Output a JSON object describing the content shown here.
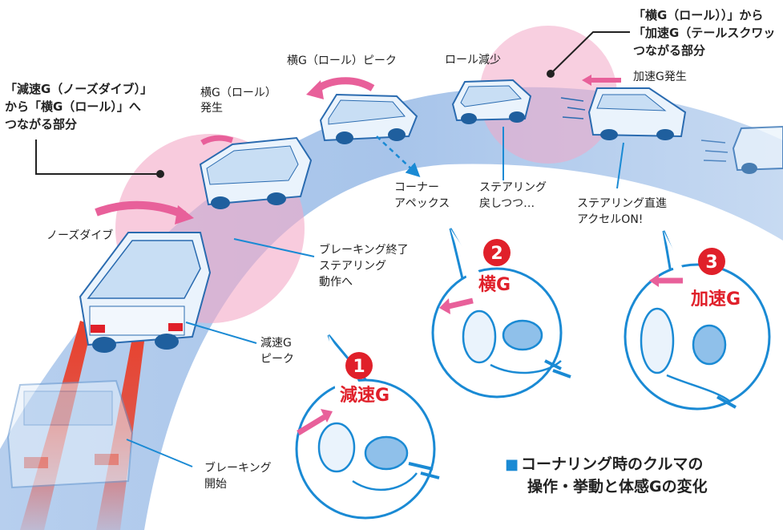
{
  "colors": {
    "road": "#a9c5e8",
    "zone": "#f2b6cf",
    "accent_red": "#e0202a",
    "pink_arrow": "#e8609a",
    "line_blue": "#1a8ad4",
    "car_body": "#dcebf8",
    "car_outline": "#2a6bb0"
  },
  "icons": {
    "brake_trail": "red-light-trail",
    "g_arrow": "pink-arrow"
  },
  "zones": [
    {
      "title_lines": [
        "「減速G（ノーズダイブ）」",
        "から「横G（ロール）」へ",
        "つながる部分"
      ]
    },
    {
      "title_lines": [
        "「横G（ロール））」から",
        "「加速G（テールスクワッ",
        "つながる部分"
      ]
    }
  ],
  "labels": {
    "nose_dive": "ノーズダイブ",
    "yoko_g_hassei": [
      "横G（ロール）",
      "発生"
    ],
    "yoko_g_peak": "横G（ロール）ピーク",
    "roll_genshou": "ロール減少",
    "kasoku_g_hassei": "加速G発生",
    "corner_apex": [
      "コーナー",
      "アペックス"
    ],
    "steering_modoshi": [
      "ステアリング",
      "戻しつつ…"
    ],
    "steering_chokushin": [
      "ステアリング直進",
      "アクセルON!"
    ],
    "braking_end": [
      "ブレーキング終了",
      "ステアリング",
      "動作へ"
    ],
    "gensoku_peak": [
      "減速G",
      "ピーク"
    ],
    "braking_start": [
      "ブレーキング",
      "開始"
    ]
  },
  "bubbles": [
    {
      "num": "1",
      "title": "減速G"
    },
    {
      "num": "2",
      "title": "横G"
    },
    {
      "num": "3",
      "title": "加速G"
    }
  ],
  "caption": {
    "square": "■",
    "line1": "コーナリング時のクルマの",
    "line2": "操作・挙動と体感Gの変化"
  }
}
